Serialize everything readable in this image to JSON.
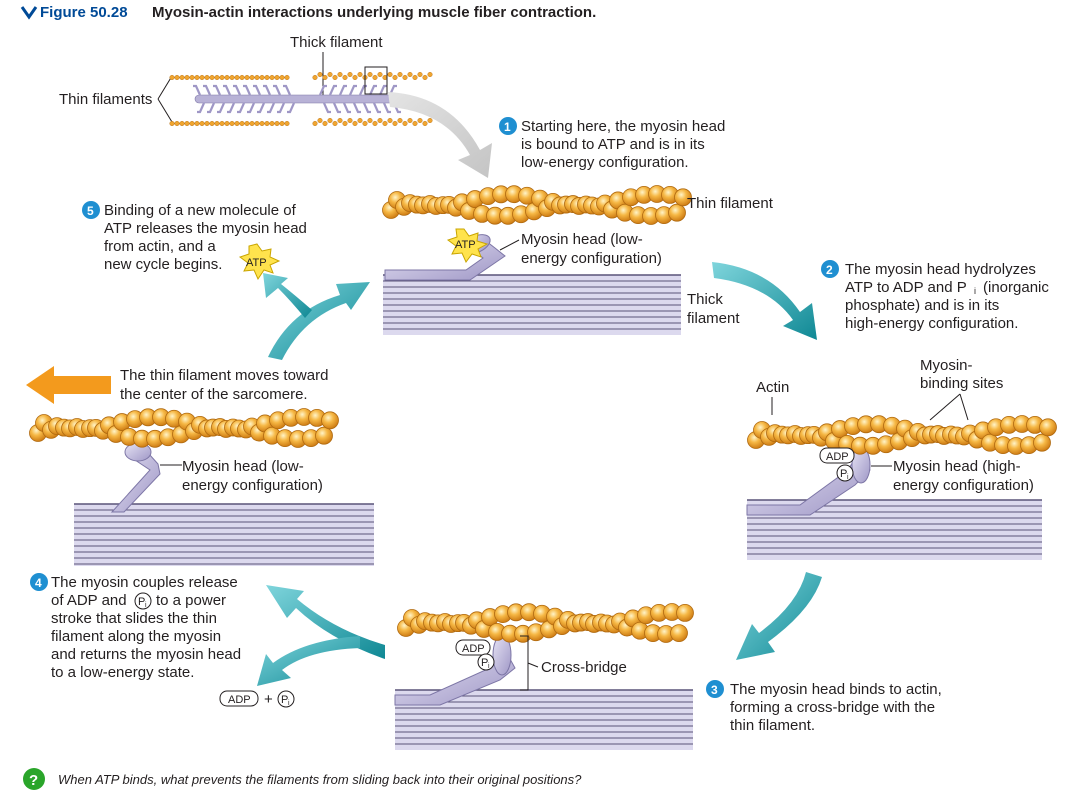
{
  "figure": {
    "label": "Figure 50.28",
    "title": "Myosin-actin interactions underlying muscle fiber contraction."
  },
  "overview": {
    "thick_filament": "Thick filament",
    "thin_filaments": "Thin filaments"
  },
  "steps": [
    {
      "number": "1",
      "lines": [
        "Starting here, the myosin head",
        "is bound to ATP and is in its",
        "low-energy configuration."
      ]
    },
    {
      "number": "2",
      "lines": [
        "The myosin head hydrolyzes",
        "ATP to ADP and P",
        "(inorganic",
        "phosphate) and is in its",
        "high-energy configuration."
      ]
    },
    {
      "number": "3",
      "lines": [
        "The myosin head binds to actin,",
        "forming a cross-bridge with the",
        "thin filament."
      ]
    },
    {
      "number": "4",
      "lines": [
        "The myosin couples release",
        "of ADP and",
        "to a power",
        "stroke that slides the thin",
        "filament along the myosin",
        "and returns the myosin head",
        "to a low-energy state."
      ]
    },
    {
      "number": "5",
      "lines": [
        "Binding of a new molecule of",
        "ATP releases the myosin head",
        "from actin, and a",
        "new cycle begins."
      ]
    }
  ],
  "labels": {
    "thin_filament": "Thin filament",
    "thick_filament_1": "Thick",
    "thick_filament_2": "filament",
    "myosin_low_1": "Myosin head (low-",
    "myosin_low_2": "energy configuration)",
    "myosin_high_1": "Myosin head (high-",
    "myosin_high_2": "energy configuration)",
    "actin": "Actin",
    "binding_sites_1": "Myosin-",
    "binding_sites_2": "binding sites",
    "cross_bridge": "Cross-bridge",
    "thin_moves_1": "The thin filament moves toward",
    "thin_moves_2": "the center of the sarcomere.",
    "atp": "ATP",
    "adp": "ADP",
    "pi": "P",
    "pi_sub": "i",
    "plus": "+"
  },
  "question": {
    "icon": "?",
    "text": "When ATP binds, what prevents the filaments from sliding back into their original positions?"
  },
  "colors": {
    "title_blue": "#004a97",
    "step_circle": "#1f8fd1",
    "actin_orange": "#f0a530",
    "myosin_purple": "#b8b2d6",
    "thick_stripe": "#5a5478",
    "arrow_teal": "#1c9aa6",
    "move_arrow": "#f39a1d",
    "atp_star": "#ffe34d"
  }
}
